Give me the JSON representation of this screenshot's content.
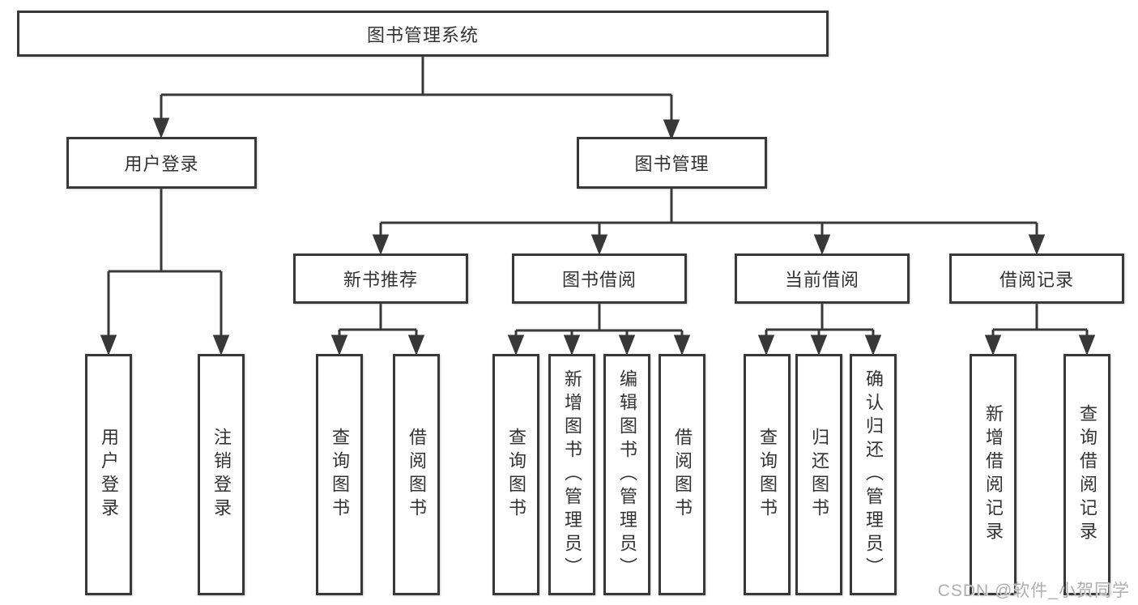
{
  "diagram": {
    "root": {
      "label": "图书管理系统"
    },
    "branches": [
      {
        "label": "用户登录",
        "children": [
          {
            "label": "用户登录"
          },
          {
            "label": "注销登录"
          }
        ]
      },
      {
        "label": "图书管理",
        "children": [
          {
            "label": "新书推荐",
            "children": [
              {
                "label": "查询图书"
              },
              {
                "label": "借阅图书"
              }
            ]
          },
          {
            "label": "图书借阅",
            "children": [
              {
                "label": "查询图书"
              },
              {
                "label": "新增图书（管理员）"
              },
              {
                "label": "编辑图书（管理员）"
              },
              {
                "label": "借阅图书"
              }
            ]
          },
          {
            "label": "当前借阅",
            "children": [
              {
                "label": "查询图书"
              },
              {
                "label": "归还图书"
              },
              {
                "label": "确认归还（管理员）"
              }
            ]
          },
          {
            "label": "借阅记录",
            "children": [
              {
                "label": "新增借阅记录"
              },
              {
                "label": "查询借阅记录"
              }
            ]
          }
        ]
      }
    ]
  },
  "watermark": {
    "text": "CSDN @软件_小贺同学"
  },
  "colors": {
    "line": "#383838",
    "text": "#333333",
    "box_background": "#ffffff",
    "watermark": "#aeaeae",
    "background": "#ffffff"
  }
}
